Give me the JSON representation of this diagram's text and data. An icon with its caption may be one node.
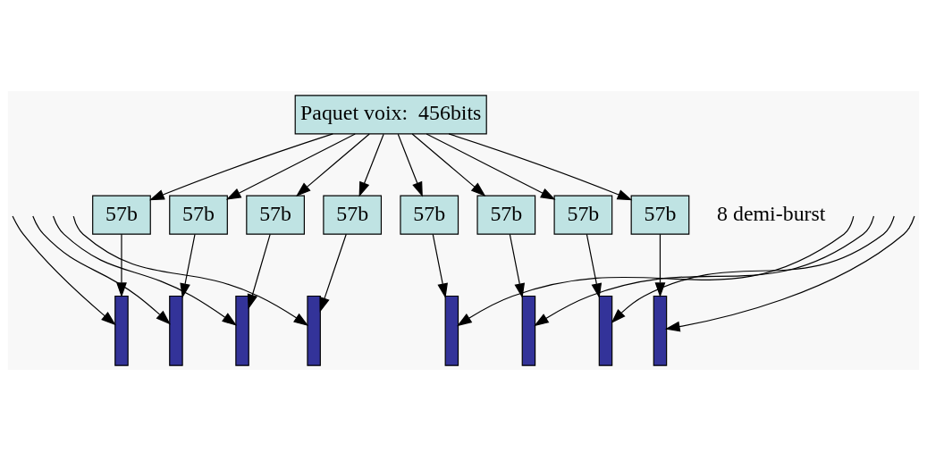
{
  "diagram": {
    "nodes": [
      {
        "text": [
          "Paquet voix:  456bits"
        ]
      },
      {
        "text": [
          "57b"
        ]
      },
      {
        "text": [
          "57b"
        ]
      },
      {
        "text": [
          "57b"
        ]
      },
      {
        "text": [
          "57b"
        ]
      },
      {
        "text": [
          "57b"
        ]
      },
      {
        "text": [
          "57b"
        ]
      },
      {
        "text": [
          "57b"
        ]
      },
      {
        "text": [
          "57b"
        ]
      },
      {
        "text": [],
        "shape": "bar"
      },
      {
        "text": [],
        "shape": "bar"
      },
      {
        "text": [],
        "shape": "bar"
      },
      {
        "text": [],
        "shape": "bar"
      },
      {
        "text": [],
        "shape": "bar"
      },
      {
        "text": [],
        "shape": "bar"
      },
      {
        "text": [],
        "shape": "bar"
      },
      {
        "text": [],
        "shape": "bar"
      }
    ],
    "edges": [
      {
        "from": 0,
        "to": 1,
        "arrow": "to"
      },
      {
        "from": 0,
        "to": 2,
        "arrow": "to"
      },
      {
        "from": 0,
        "to": 3,
        "arrow": "to"
      },
      {
        "from": 0,
        "to": 4,
        "arrow": "to"
      },
      {
        "from": 0,
        "to": 5,
        "arrow": "to"
      },
      {
        "from": 0,
        "to": 6,
        "arrow": "to"
      },
      {
        "from": 0,
        "to": 7,
        "arrow": "to"
      },
      {
        "from": 0,
        "to": 8,
        "arrow": "to"
      },
      {
        "from": 1,
        "to": 9,
        "arrow": "to"
      },
      {
        "from": 2,
        "to": 10,
        "arrow": "to"
      },
      {
        "from": 3,
        "to": 11,
        "arrow": "to"
      },
      {
        "from": 4,
        "to": 12,
        "arrow": "to"
      },
      {
        "from": 5,
        "to": 13,
        "arrow": "to"
      },
      {
        "from": 6,
        "to": 14,
        "arrow": "to"
      },
      {
        "from": 7,
        "to": 15,
        "arrow": "to"
      },
      {
        "from": 8,
        "to": 16,
        "arrow": "to"
      },
      {
        "from": null,
        "to": 9,
        "arrow": "to"
      },
      {
        "from": null,
        "to": 10,
        "arrow": "to"
      },
      {
        "from": null,
        "to": 11,
        "arrow": "to"
      },
      {
        "from": null,
        "to": 12,
        "arrow": "to"
      },
      {
        "from": null,
        "to": 13,
        "arrow": "to"
      },
      {
        "from": null,
        "to": 14,
        "arrow": "to"
      },
      {
        "from": null,
        "to": 15,
        "arrow": "to"
      },
      {
        "from": null,
        "to": 16,
        "arrow": "to"
      }
    ],
    "labels": [
      "8 demi-burst"
    ]
  }
}
